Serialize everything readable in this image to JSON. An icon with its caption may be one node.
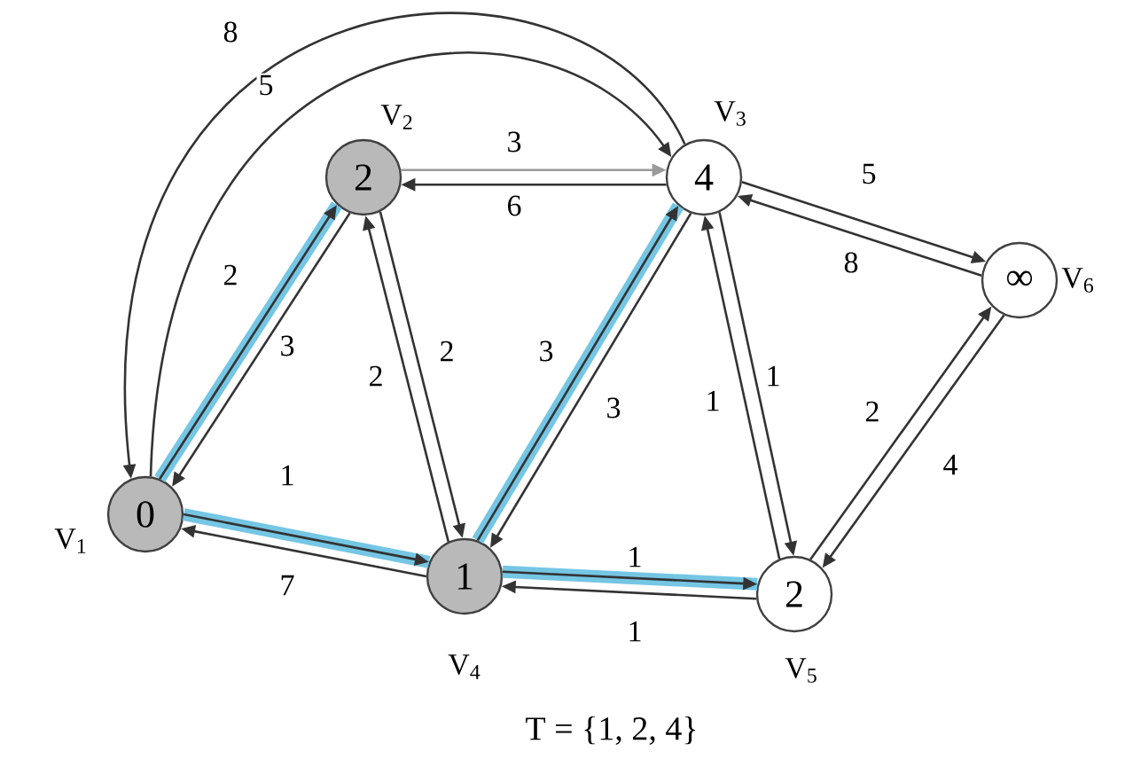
{
  "diagram": {
    "caption": "T = {1, 2, 4}",
    "nodes": [
      {
        "text": [
          "0"
        ],
        "beside": [
          "V$_{1}$"
        ]
      },
      {
        "text": [
          "2"
        ],
        "beside": [
          "V$_{2}$"
        ]
      },
      {
        "text": [
          "4"
        ],
        "beside": [
          "V$_{3}$"
        ]
      },
      {
        "text": [
          "∞"
        ],
        "beside": [
          "V$_{6}$"
        ]
      },
      {
        "text": [
          "1"
        ],
        "beside": [
          "V$_{4}$"
        ]
      },
      {
        "text": [
          "2"
        ],
        "beside": [
          "V$_{5}$"
        ]
      }
    ],
    "edges": [
      {
        "from": 2,
        "to": 0,
        "arrow": "to",
        "label": "8"
      },
      {
        "from": 0,
        "to": 2,
        "arrow": "to",
        "label": "5"
      },
      {
        "from": 0,
        "to": 1,
        "arrow": "to",
        "label": "2",
        "style": "thick",
        "color": "#74c6e4"
      },
      {
        "from": 1,
        "to": 0,
        "arrow": "to",
        "label": "3"
      },
      {
        "from": 1,
        "to": 2,
        "arrow": "to",
        "label": "3",
        "color": "#9a9a9a"
      },
      {
        "from": 2,
        "to": 1,
        "arrow": "to",
        "label": "6"
      },
      {
        "from": 4,
        "to": 1,
        "arrow": "to",
        "label": "2"
      },
      {
        "from": 1,
        "to": 4,
        "arrow": "to",
        "label": "2"
      },
      {
        "from": 4,
        "to": 2,
        "arrow": "to",
        "label": "3",
        "style": "thick",
        "color": "#74c6e4"
      },
      {
        "from": 2,
        "to": 4,
        "arrow": "to",
        "label": "3"
      },
      {
        "from": 2,
        "to": 3,
        "arrow": "to",
        "label": "5"
      },
      {
        "from": 3,
        "to": 2,
        "arrow": "to",
        "label": "8"
      },
      {
        "from": 5,
        "to": 2,
        "arrow": "to",
        "label": "1"
      },
      {
        "from": 2,
        "to": 5,
        "arrow": "to",
        "label": "1"
      },
      {
        "from": 5,
        "to": 3,
        "arrow": "to",
        "label": "2"
      },
      {
        "from": 3,
        "to": 5,
        "arrow": "to",
        "label": "4"
      },
      {
        "from": 0,
        "to": 4,
        "arrow": "to",
        "label": "1",
        "style": "thick",
        "color": "#74c6e4"
      },
      {
        "from": 4,
        "to": 0,
        "arrow": "to",
        "label": "7"
      },
      {
        "from": 4,
        "to": 5,
        "arrow": "to",
        "label": "1",
        "style": "thick",
        "color": "#74c6e4"
      },
      {
        "from": 5,
        "to": 4,
        "arrow": "to",
        "label": "1"
      }
    ]
  }
}
